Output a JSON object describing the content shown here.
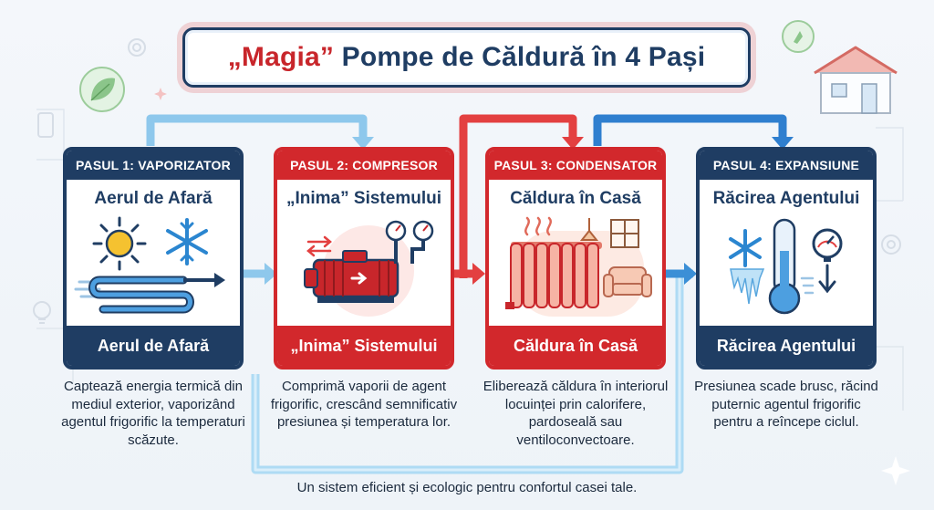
{
  "title": {
    "highlight": "„Magia”",
    "rest": " Pompe de Căldură în 4 Pași"
  },
  "steps": [
    {
      "header": "PASUL 1: VAPORIZATOR",
      "subtitle": "Aerul de Afară",
      "footer": "Aerul de Afară",
      "description": "Captează energia termică din mediul exterior, vaporizând agentul frigorific la temperaturi scăzute.",
      "icons": [
        "sun-icon",
        "snowflake-icon",
        "coil-icon",
        "wind-icon"
      ]
    },
    {
      "header": "PASUL 2: COMPRESOR",
      "subtitle": "„Inima” Sistemului",
      "footer": "„Inima” Sistemului",
      "description": "Comprimă vaporii de agent frigorific, crescând semnificativ presiunea și temperatura lor.",
      "icons": [
        "compressor-icon",
        "pressure-gauge-icon"
      ]
    },
    {
      "header": "PASUL 3: CONDENSATOR",
      "subtitle": "Căldura în Casă",
      "footer": "Căldura în Casă",
      "description": "Eliberează căldura în interiorul locuinței prin calorifere, pardoseală sau ventiloconvectoare.",
      "icons": [
        "radiator-icon",
        "window-icon",
        "armchair-icon",
        "lamp-icon"
      ]
    },
    {
      "header": "PASUL 4: EXPANSIUNE",
      "subtitle": "Răcirea Agentului",
      "footer": "Răcirea Agentului",
      "description": "Presiunea scade brusc, răcind puternic agentul frigorific pentru a reîncepe ciclul.",
      "icons": [
        "snowflake-icon",
        "thermometer-icon",
        "pressure-gauge-icon",
        "icicles-icon"
      ]
    }
  ],
  "footer_text": "Un sistem eficient și ecologic pentru confortul casei tale.",
  "colors": {
    "navy": "#1f3d63",
    "red": "#d2282c",
    "light_blue": "#8ec8ec",
    "sky_blue": "#3b8fd6"
  }
}
